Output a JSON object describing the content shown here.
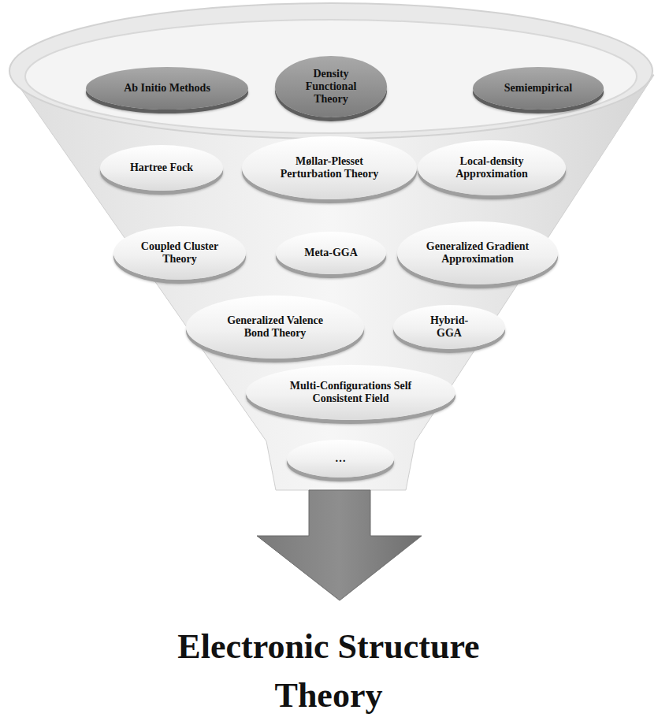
{
  "diagram": {
    "title": "Electronic Structure Theory",
    "nodes": [
      {
        "text": [
          "Ab Initio Methods"
        ]
      },
      {
        "text": [
          "Density Functional Theory"
        ]
      },
      {
        "text": [
          "Semiempirical"
        ]
      },
      {
        "text": [
          "Hartree Fock"
        ]
      },
      {
        "text": [
          "Møllar-Plesset Perturbation Theory"
        ]
      },
      {
        "text": [
          "Local-density Approximation"
        ]
      },
      {
        "text": [
          "Coupled Cluster Theory"
        ]
      },
      {
        "text": [
          "Meta-GGA"
        ]
      },
      {
        "text": [
          "Generalized Gradient Approximation"
        ]
      },
      {
        "text": [
          "Generalized Valence Bond Theory"
        ]
      },
      {
        "text": [
          "Hybrid-GGA"
        ]
      },
      {
        "text": [
          "Multi-Configurations Self Consistent Field"
        ]
      },
      {
        "text": [
          "…"
        ]
      }
    ]
  }
}
